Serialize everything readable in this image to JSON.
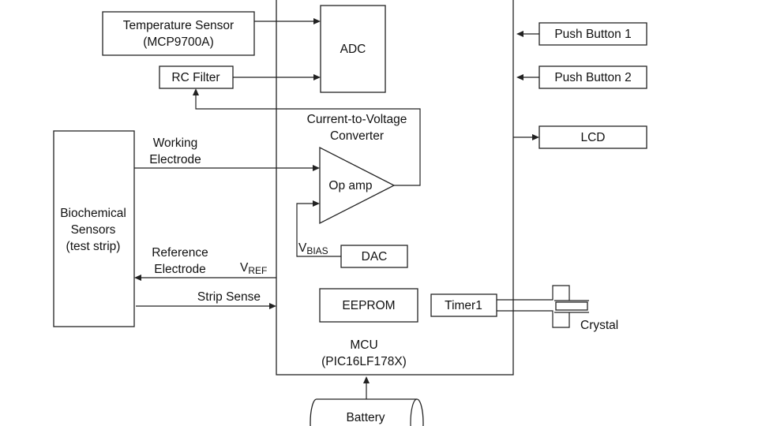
{
  "temp_sensor": {
    "line1": "Temperature Sensor",
    "line2": "(MCP9700A)"
  },
  "rc_filter": "RC Filter",
  "adc": "ADC",
  "push_button_1": "Push Button 1",
  "push_button_2": "Push Button 2",
  "lcd": "LCD",
  "converter": {
    "line1": "Current-to-Voltage",
    "line2": "Converter"
  },
  "op_amp": "Op amp",
  "working_electrode": {
    "line1": "Working",
    "line2": "Electrode"
  },
  "reference_electrode": {
    "line1": "Reference",
    "line2": "Electrode"
  },
  "biochemical_sensors": {
    "line1": "Biochemical",
    "line2": "Sensors",
    "line3": "(test strip)"
  },
  "vbias": {
    "main": "V",
    "sub": "BIAS"
  },
  "vref": {
    "main": "V",
    "sub": "REF"
  },
  "dac": "DAC",
  "strip_sense": "Strip Sense",
  "eeprom": "EEPROM",
  "timer1": "Timer1",
  "crystal": "Crystal",
  "mcu": {
    "line1": "MCU",
    "line2": "(PIC16LF178X)"
  },
  "battery": "Battery"
}
